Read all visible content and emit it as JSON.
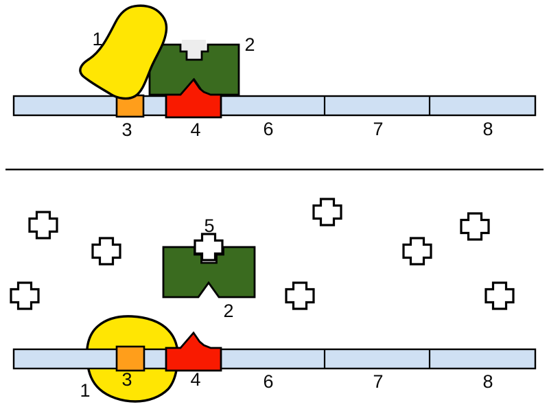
{
  "figure": {
    "background": "#FFFFFF"
  },
  "colors": {
    "polymerase_yellow": "#FFE603",
    "repressor_green": "#3A6B1F",
    "operator_red": "#F91A00",
    "promoter_orange": "#FF9E1B",
    "dna_blue": "#CFE0F3",
    "slot_gray": "#EDEDED",
    "molecule_white": "#FFFFFF",
    "outline_black": "#000000"
  },
  "panels": {
    "top": {
      "labels": {
        "l1": "1",
        "l2": "2",
        "l3": "3",
        "l4": "4",
        "l6": "6",
        "l7": "7",
        "l8": "8"
      }
    },
    "bottom": {
      "labels": {
        "l1": "1",
        "l2": "2",
        "l3": "3",
        "l4": "4",
        "l5": "5",
        "l6": "6",
        "l7": "7",
        "l8": "8"
      }
    }
  }
}
